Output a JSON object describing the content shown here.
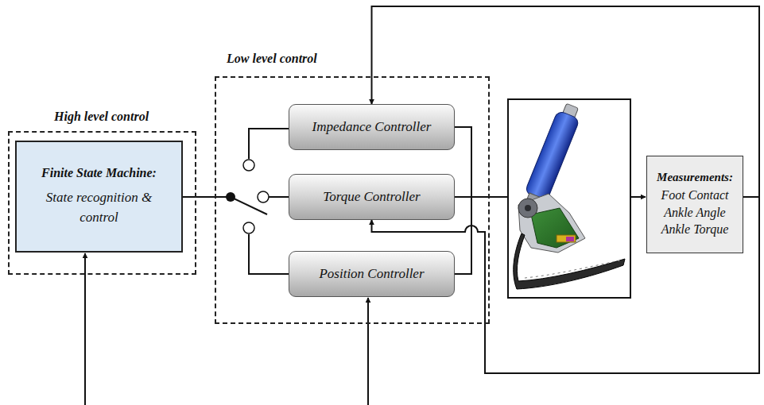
{
  "diagram": {
    "nodes": [
      {
        "text": [
          "High level control"
        ]
      },
      {
        "text": [
          "Finite State Machine:",
          "State recognition & control"
        ],
        "in": 0
      },
      {
        "text": [
          "Low level control"
        ]
      },
      {
        "text": [
          "Impedance Controller"
        ],
        "in": 2
      },
      {
        "text": [
          "Torque Controller"
        ],
        "in": 2
      },
      {
        "text": [
          "Position Controller"
        ],
        "in": 2
      },
      {
        "text": [
          "Measurements:",
          "Foot Contact",
          "Ankle Angle",
          "Ankle Torque"
        ]
      }
    ],
    "edges": [
      {
        "from": 6,
        "to": 3,
        "arrow": "to"
      },
      {
        "from": 6,
        "to": 4,
        "arrow": "to"
      }
    ]
  }
}
